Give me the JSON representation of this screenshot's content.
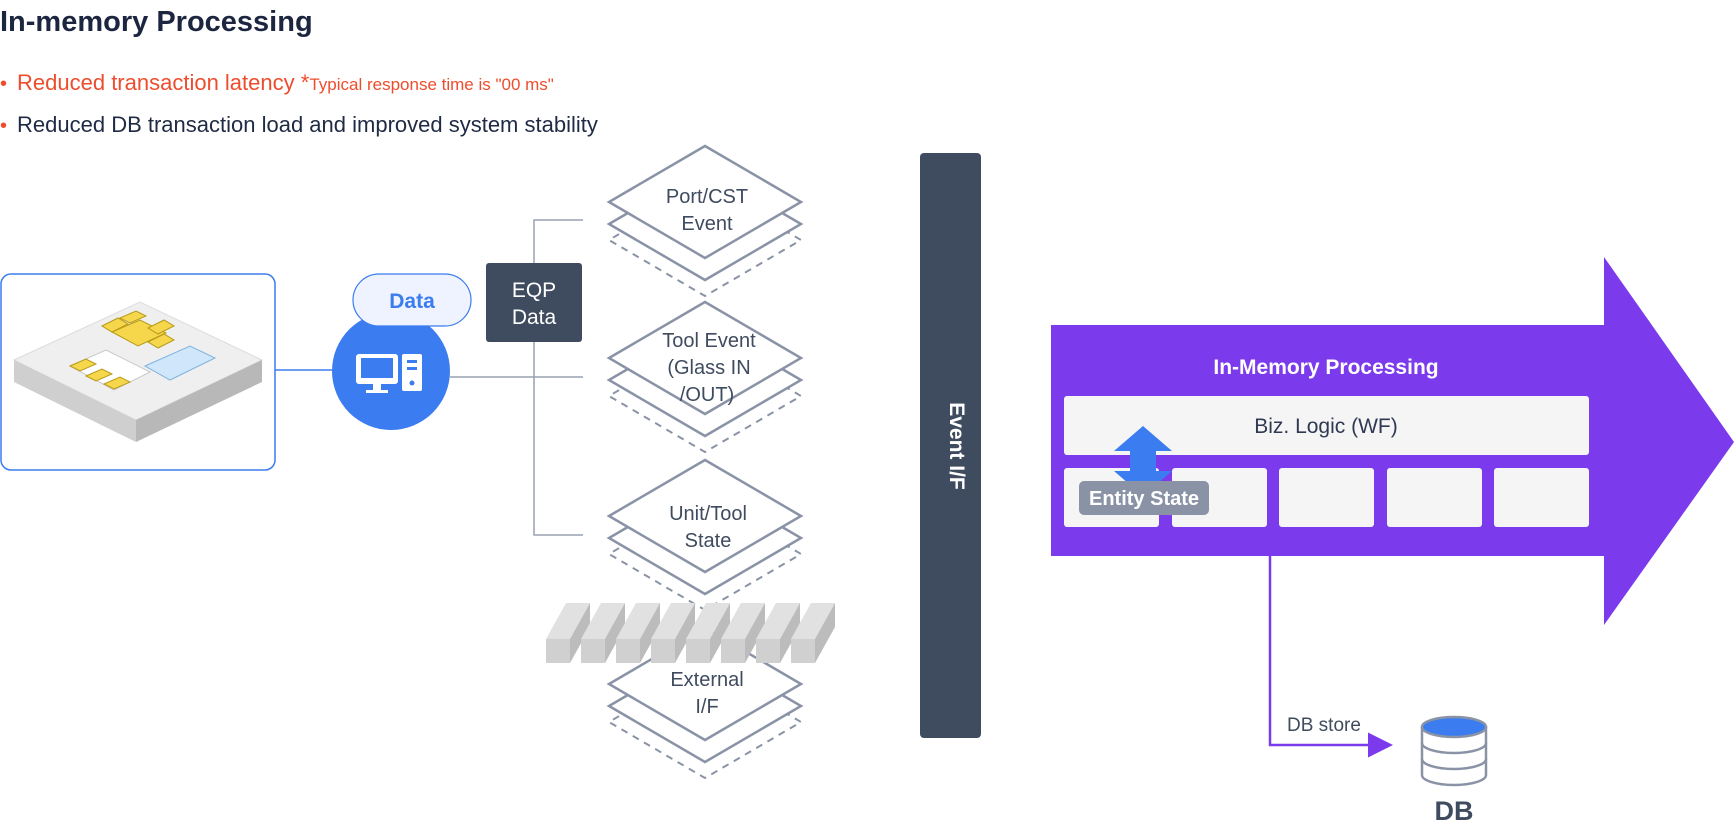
{
  "title": "In-memory Processing",
  "bullets": {
    "latency_text": "Reduced transaction latency",
    "latency_star": "*",
    "latency_note": "Typical response time is \"00 ms\"",
    "stability_text": "Reduced DB transaction load and improved system stability"
  },
  "source": {
    "data_pill": "Data",
    "eqp_line1": "EQP",
    "eqp_line2": "Data"
  },
  "events": {
    "port_cst": [
      "Port/CST",
      "Event"
    ],
    "tool_event": [
      "Tool Event",
      "(Glass IN",
      "/OUT)"
    ],
    "unit_tool": [
      "Unit/Tool",
      "State"
    ],
    "external": [
      "External",
      "I/F"
    ]
  },
  "event_if": "Event I/F",
  "processing": {
    "title": "In-Memory Processing",
    "biz_logic": "Biz. Logic (WF)",
    "entity_state": "Entity State",
    "db_store": "DB store",
    "db": "DB"
  },
  "colors": {
    "accent_red": "#ee4d2d",
    "purple": "#7c3aed",
    "blue": "#3b7cf0",
    "navy": "#3f4b5f",
    "outline_gray": "#8a93a6"
  }
}
